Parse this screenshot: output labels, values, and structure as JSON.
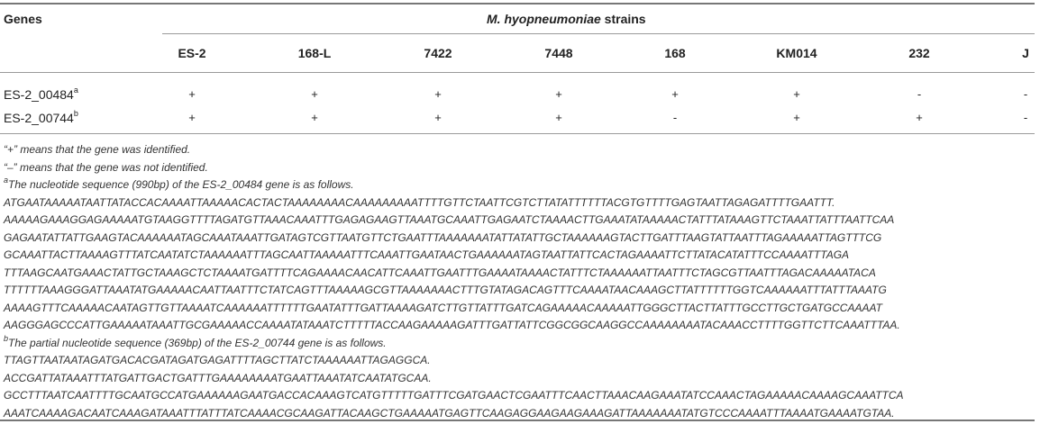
{
  "table": {
    "genes_header": "Genes",
    "strains_header_italic": "M. hyopneumoniae",
    "strains_header_rest": " strains",
    "columns": [
      "ES-2",
      "168-L",
      "7422",
      "7448",
      "168",
      "KM014",
      "232",
      "J"
    ],
    "rows": [
      {
        "gene": "ES-2_00484",
        "sup": "a",
        "values": [
          "+",
          "+",
          "+",
          "+",
          "+",
          "+",
          "-",
          "-"
        ]
      },
      {
        "gene": "ES-2_00744",
        "sup": "b",
        "values": [
          "+",
          "+",
          "+",
          "+",
          "-",
          "+",
          "+",
          "-"
        ]
      }
    ]
  },
  "notes": {
    "plus": "“+” means that the gene was identified.",
    "minus": "“–” means that the gene was not identified.",
    "a_sup": "a",
    "a_text": "The nucleotide sequence (990bp) of the ES-2_00484 gene is as follows.",
    "seq_a": [
      "ATGAATAAAAATAATTATACCACAAAATTAAAAACACTACTAAAAAAAACAAAAAAAAATTTTGTTCTAATTCGTCTTATATTTTTTACGTGTTTTGAGTAATTAGAGATTTTGAATTT.",
      "AAAAAGAAAGGAGAAAAATGTAAGGTTTTAGATGTTAAACAAATTTGAGAGAAGTTAAATGCAAATTGAGAATCTAAAACTTGAAATATAAAAACTATTTATAAAGTTCTAAATTATTTAATTCAA",
      "GAGAATATTATTGAAGTACAAAAAATAGCAAATAAATTGATAGTCGTTAATGTTCTGAATTTAAAAAAATATTATATTGCTAAAAAAGTACTTGATTTAAGTATTAATTTAGAAAAATTAGTTTCG",
      "GCAAATTACTTAAAAGTTTATCAATATCTAAAAAATTTAGCAATTAAAAATTTCAAATTGAATAACTGAAAAAATAGTAATTATTCACTAGAAAATTCTTATACATATTTCCAAAATTTAGA",
      "TTTAAGCAATGAAACTATTGCTAAAGCTCTAAAATGATTTTCAGAAAACAACATTCAAATTGAATTTGAAAATAAAACTATTTCTAAAAAATTAATTTCTAGCGTTAATTTAGACAAAAATACA",
      "TTTTTTAAAGGGATTAAATATGAAAAACAATTAATTTCTATCAGTTTAAAAAGCGTTAAAAAAACTTTGTATAGACAGTTTCAAAATAACAAAGCTTATTTTTTGGTCAAAAAATTTATTTAAATG",
      "AAAAGTTTCAAAAACAATAGTTGTTAAAATCAAAAAATTTTTTGAATATTTGATTAAAAGATCTTGTTATTTGATCAGAAAAACAAAAATTGGGCTTACTTATTTGCCTTGCTGATGCCAAAAT",
      "AAGGGAGCCCATTGAAAAATAAATTGCGAAAAACCAAAATATAAATCTTTTTACCAAGAAAAAGATTTGATTATTCGGCGGCAAGGCCAAAAAAAATACAAACCTTTTGGTTCTTCAAATTTAA."
    ],
    "b_sup": "b",
    "b_text": "The partial nucleotide sequence (369bp) of the ES-2_00744 gene is as follows.",
    "seq_b": [
      "TTAGTTAATAATAGATGACACGATAGATGAGATTTTAGCTTATCTAAAAAATTAGAGGCA.",
      "ACCGATTATAAATTTATGATTGACTGATTTGAAAAAAAATGAATTAAATATCAATATGCAA.",
      "GCCTTTAATCAATTTTGCAATGCCATGAAAAAAGAATGACCACAAAGTCATGTTTTTGATTTCGATGAACTCGAATTTCAACTTAAACAAGAAATATCCAAACTAGAAAAACAAAAGCAAATTCA",
      "AAATCAAAAGACAATCAAAGATAAATTTATTTATCAAAACGCAAGATTACAAGCTGAAAAATGAGTTCAAGAGGAAGAAGAAAGATTAAAAAAATATGTCCCAAAATTTAAAATGAAAATGTAA."
    ]
  }
}
